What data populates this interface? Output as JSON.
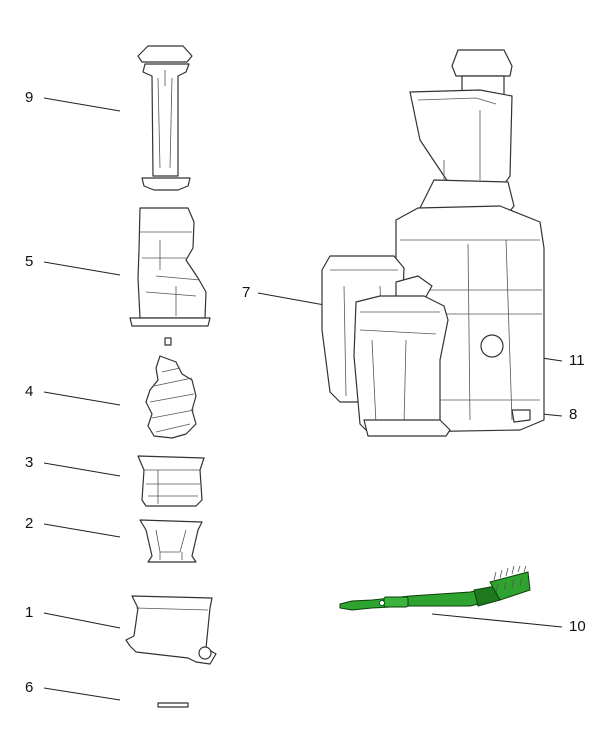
{
  "diagram": {
    "callouts": [
      {
        "id": "1",
        "text": "1"
      },
      {
        "id": "2",
        "text": "2"
      },
      {
        "id": "3",
        "text": "3"
      },
      {
        "id": "4",
        "text": "4"
      },
      {
        "id": "5",
        "text": "5"
      },
      {
        "id": "6",
        "text": "6"
      },
      {
        "id": "7",
        "text": "7"
      },
      {
        "id": "8",
        "text": "8"
      },
      {
        "id": "9",
        "text": "9"
      },
      {
        "id": "10",
        "text": "10"
      },
      {
        "id": "11",
        "text": "11"
      }
    ],
    "colors": {
      "outline": "#333333",
      "brush_body": "#2fa32f",
      "brush_dark": "#0a3f0a",
      "background": "#ffffff"
    }
  }
}
